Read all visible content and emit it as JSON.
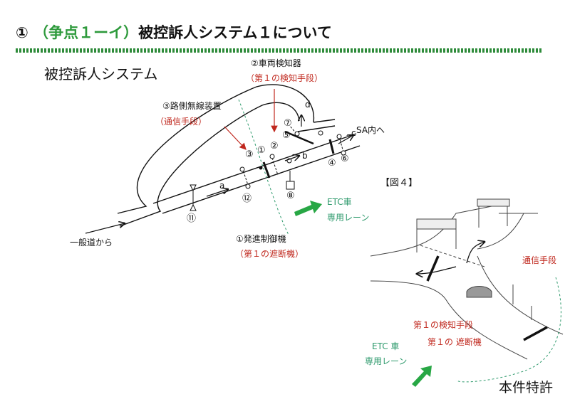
{
  "header": {
    "title_prefix": "①",
    "title_highlight": "（争点１ーイ）",
    "title_main": "被控訴人システム１について"
  },
  "left": {
    "system_label": "被控訴人システム",
    "vehicle_detector": "②車両検知器",
    "vehicle_detector_role": "（第１の検知手段）",
    "roadside_radio": "③路側無線装置",
    "roadside_radio_role": "（通信手段）",
    "start_control": "①発進制御機",
    "start_control_role": "（第１の遮断機）",
    "general_road": "一般道から",
    "sa_in": "SA内へ",
    "etc_lane_l1": "ETC車",
    "etc_lane_l2": "専用レーン",
    "markers": {
      "m1": "①",
      "m2": "②",
      "m3": "③",
      "m4": "④",
      "m5": "⑤",
      "m6": "⑥",
      "m7": "⑦",
      "m8": "⑧",
      "m11": "⑪",
      "m12": "⑫"
    },
    "letters": {
      "a": "a",
      "b": "b",
      "c": "c",
      "d": "d"
    }
  },
  "right": {
    "fig_label": "【図４】",
    "comm_means": "通信手段",
    "first_detect": "第１の検知手段",
    "first_barrier": "第１の 遮断機",
    "etc_lane_l1": "ETC 車",
    "etc_lane_l2": "専用レーン",
    "patent_label": "本件特許"
  },
  "colors": {
    "accent_green": "#2e9a3c",
    "arrow_green": "#28a745",
    "label_red": "#c0281e"
  }
}
